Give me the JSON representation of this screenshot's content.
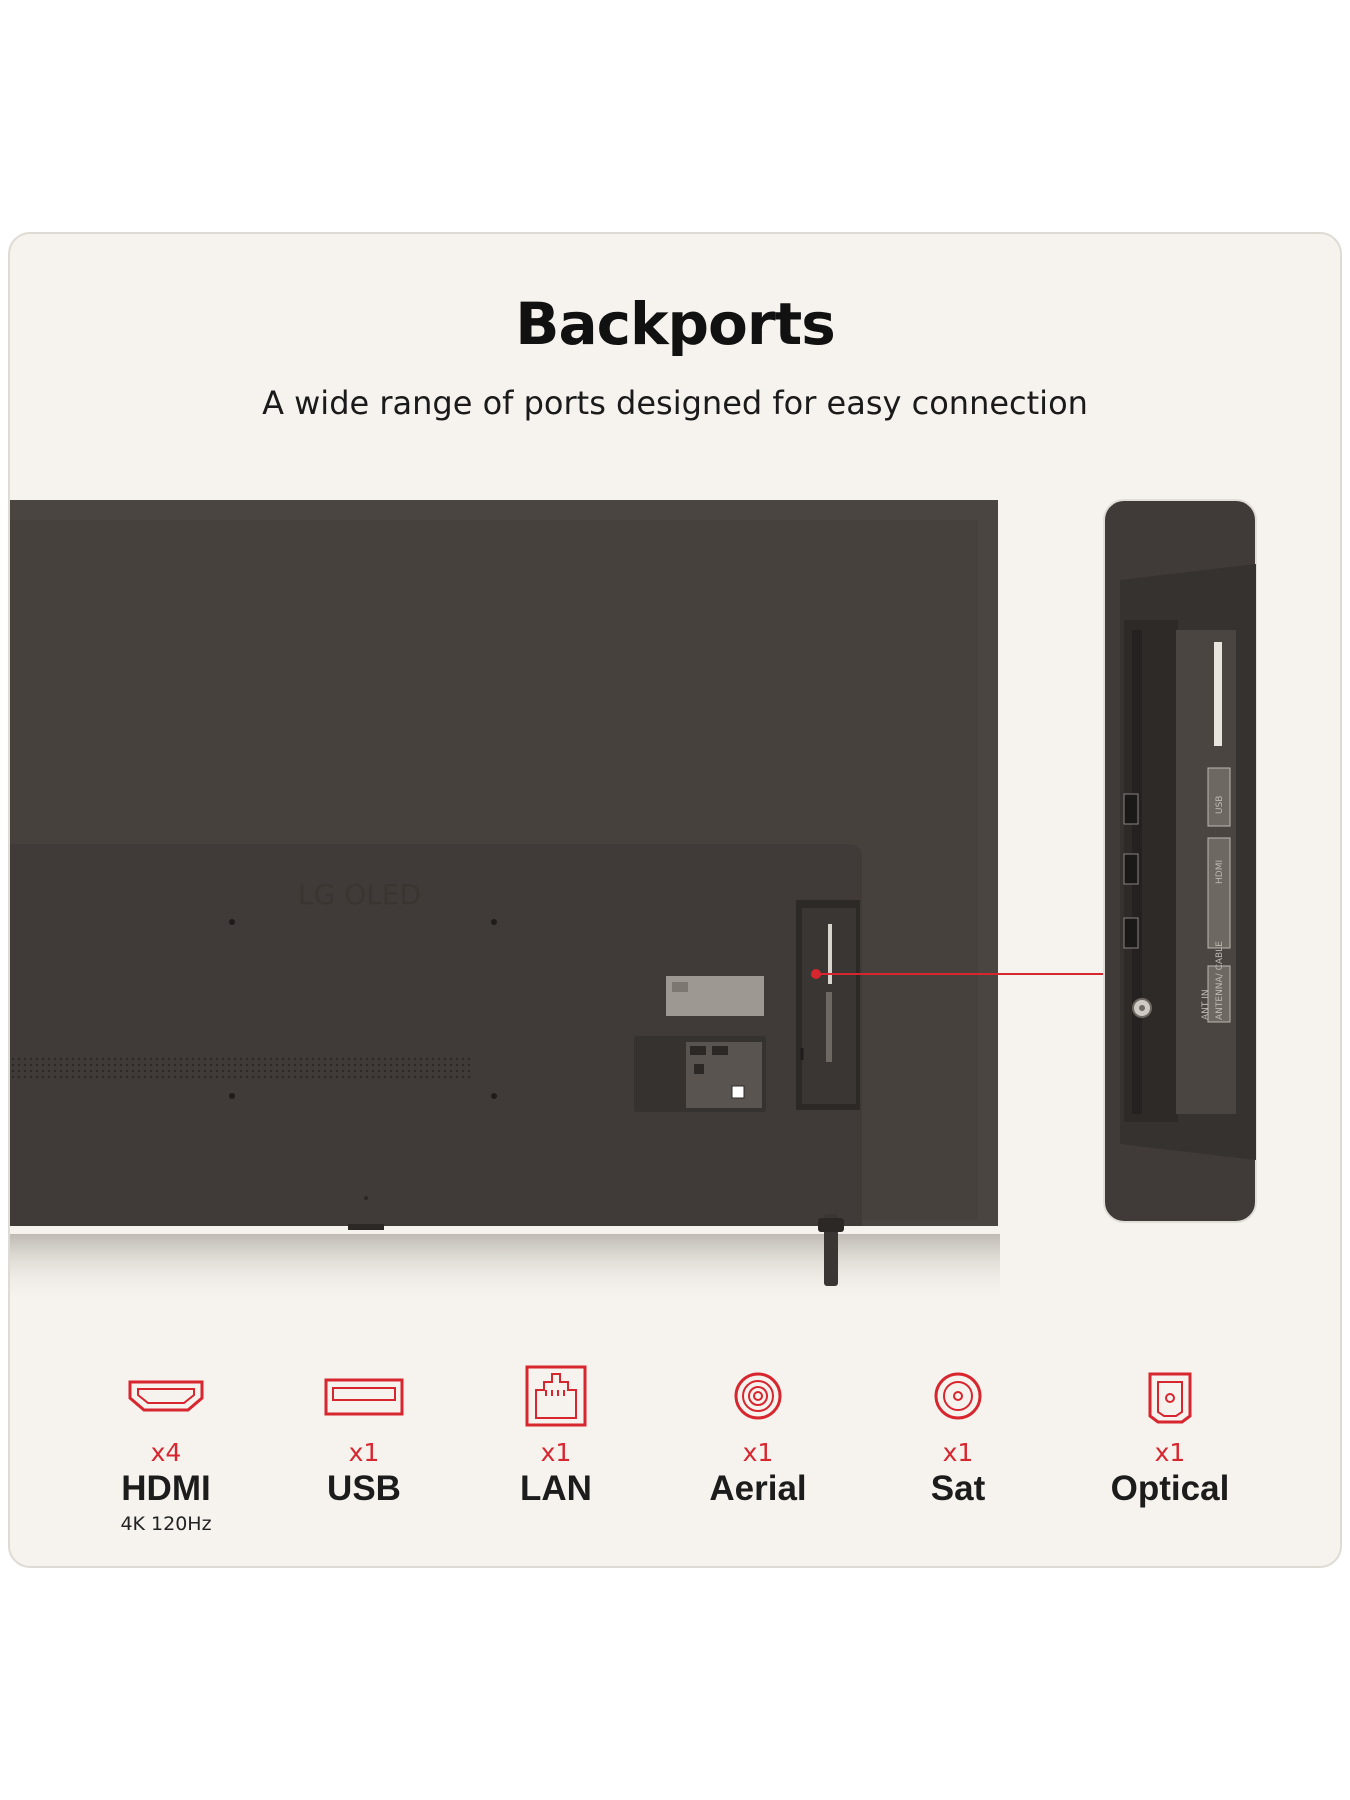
{
  "page": {
    "title": "Backports",
    "subtitle": "A wide range of ports designed for easy connection"
  },
  "tv": {
    "logo_text": "LG OLED",
    "detail_labels": {
      "usb": "USB",
      "hdmi": "HDMI",
      "antenna": "ANTENNA/ CABLE",
      "ant_in": "ANT IN"
    }
  },
  "colors": {
    "accent_red": "#d8262f",
    "card_bg": "#f6f3ee",
    "tv_dark": "#44403c"
  },
  "ports": [
    {
      "icon": "hdmi-icon",
      "count": "x4",
      "name": "HDMI",
      "sub": "4K 120Hz"
    },
    {
      "icon": "usb-icon",
      "count": "x1",
      "name": "USB",
      "sub": ""
    },
    {
      "icon": "lan-icon",
      "count": "x1",
      "name": "LAN",
      "sub": ""
    },
    {
      "icon": "aerial-icon",
      "count": "x1",
      "name": "Aerial",
      "sub": ""
    },
    {
      "icon": "sat-icon",
      "count": "x1",
      "name": "Sat",
      "sub": ""
    },
    {
      "icon": "optical-icon",
      "count": "x1",
      "name": "Optical",
      "sub": ""
    }
  ]
}
